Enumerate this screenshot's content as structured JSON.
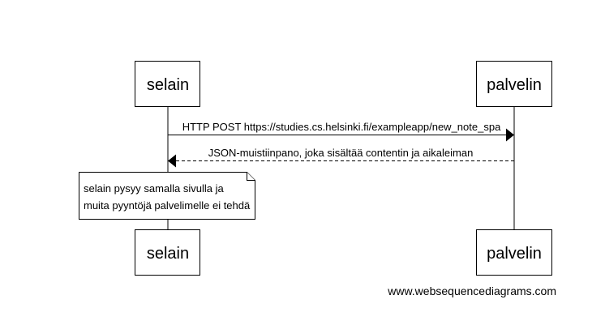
{
  "participants": {
    "browser": "selain",
    "server": "palvelin"
  },
  "messages": [
    {
      "from": "browser",
      "to": "server",
      "style": "solid",
      "text": "HTTP POST https://studies.cs.helsinki.fi/exampleapp/new_note_spa"
    },
    {
      "from": "server",
      "to": "browser",
      "style": "dashed",
      "text": "JSON-muistiinpano, joka sisältää contentin ja aikaleiman"
    }
  ],
  "note": {
    "lines": [
      "selain pysyy samalla sivulla ja",
      "muita pyyntöjä palvelimelle ei tehdä"
    ]
  },
  "watermark": "www.websequencediagrams.com"
}
